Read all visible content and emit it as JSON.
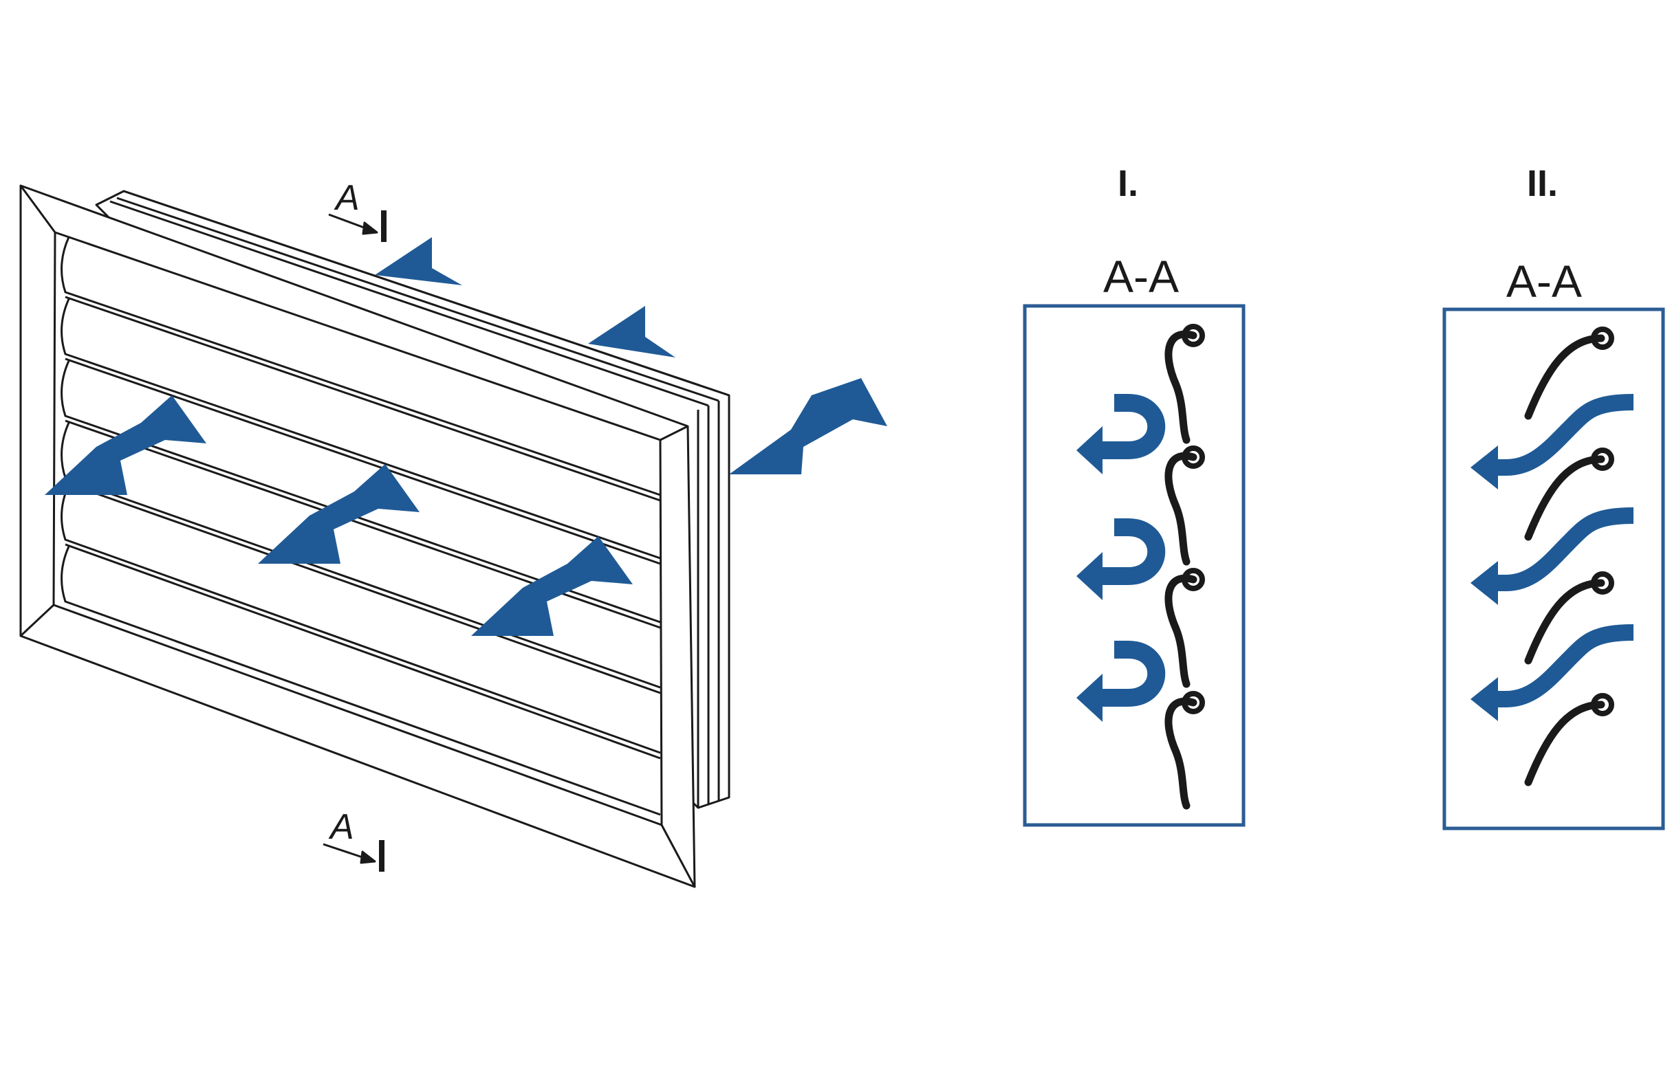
{
  "grille": {
    "section_marker_top": "A",
    "section_marker_bottom": "A"
  },
  "panel_closed": {
    "label": "I.",
    "section_title": "A-A"
  },
  "panel_open": {
    "label": "II.",
    "section_title": "A-A"
  },
  "colors": {
    "airflow_arrow": "#1f5a96",
    "panel_border": "#2b5c94",
    "line_art": "#1a1a1a",
    "background": "#ffffff"
  }
}
